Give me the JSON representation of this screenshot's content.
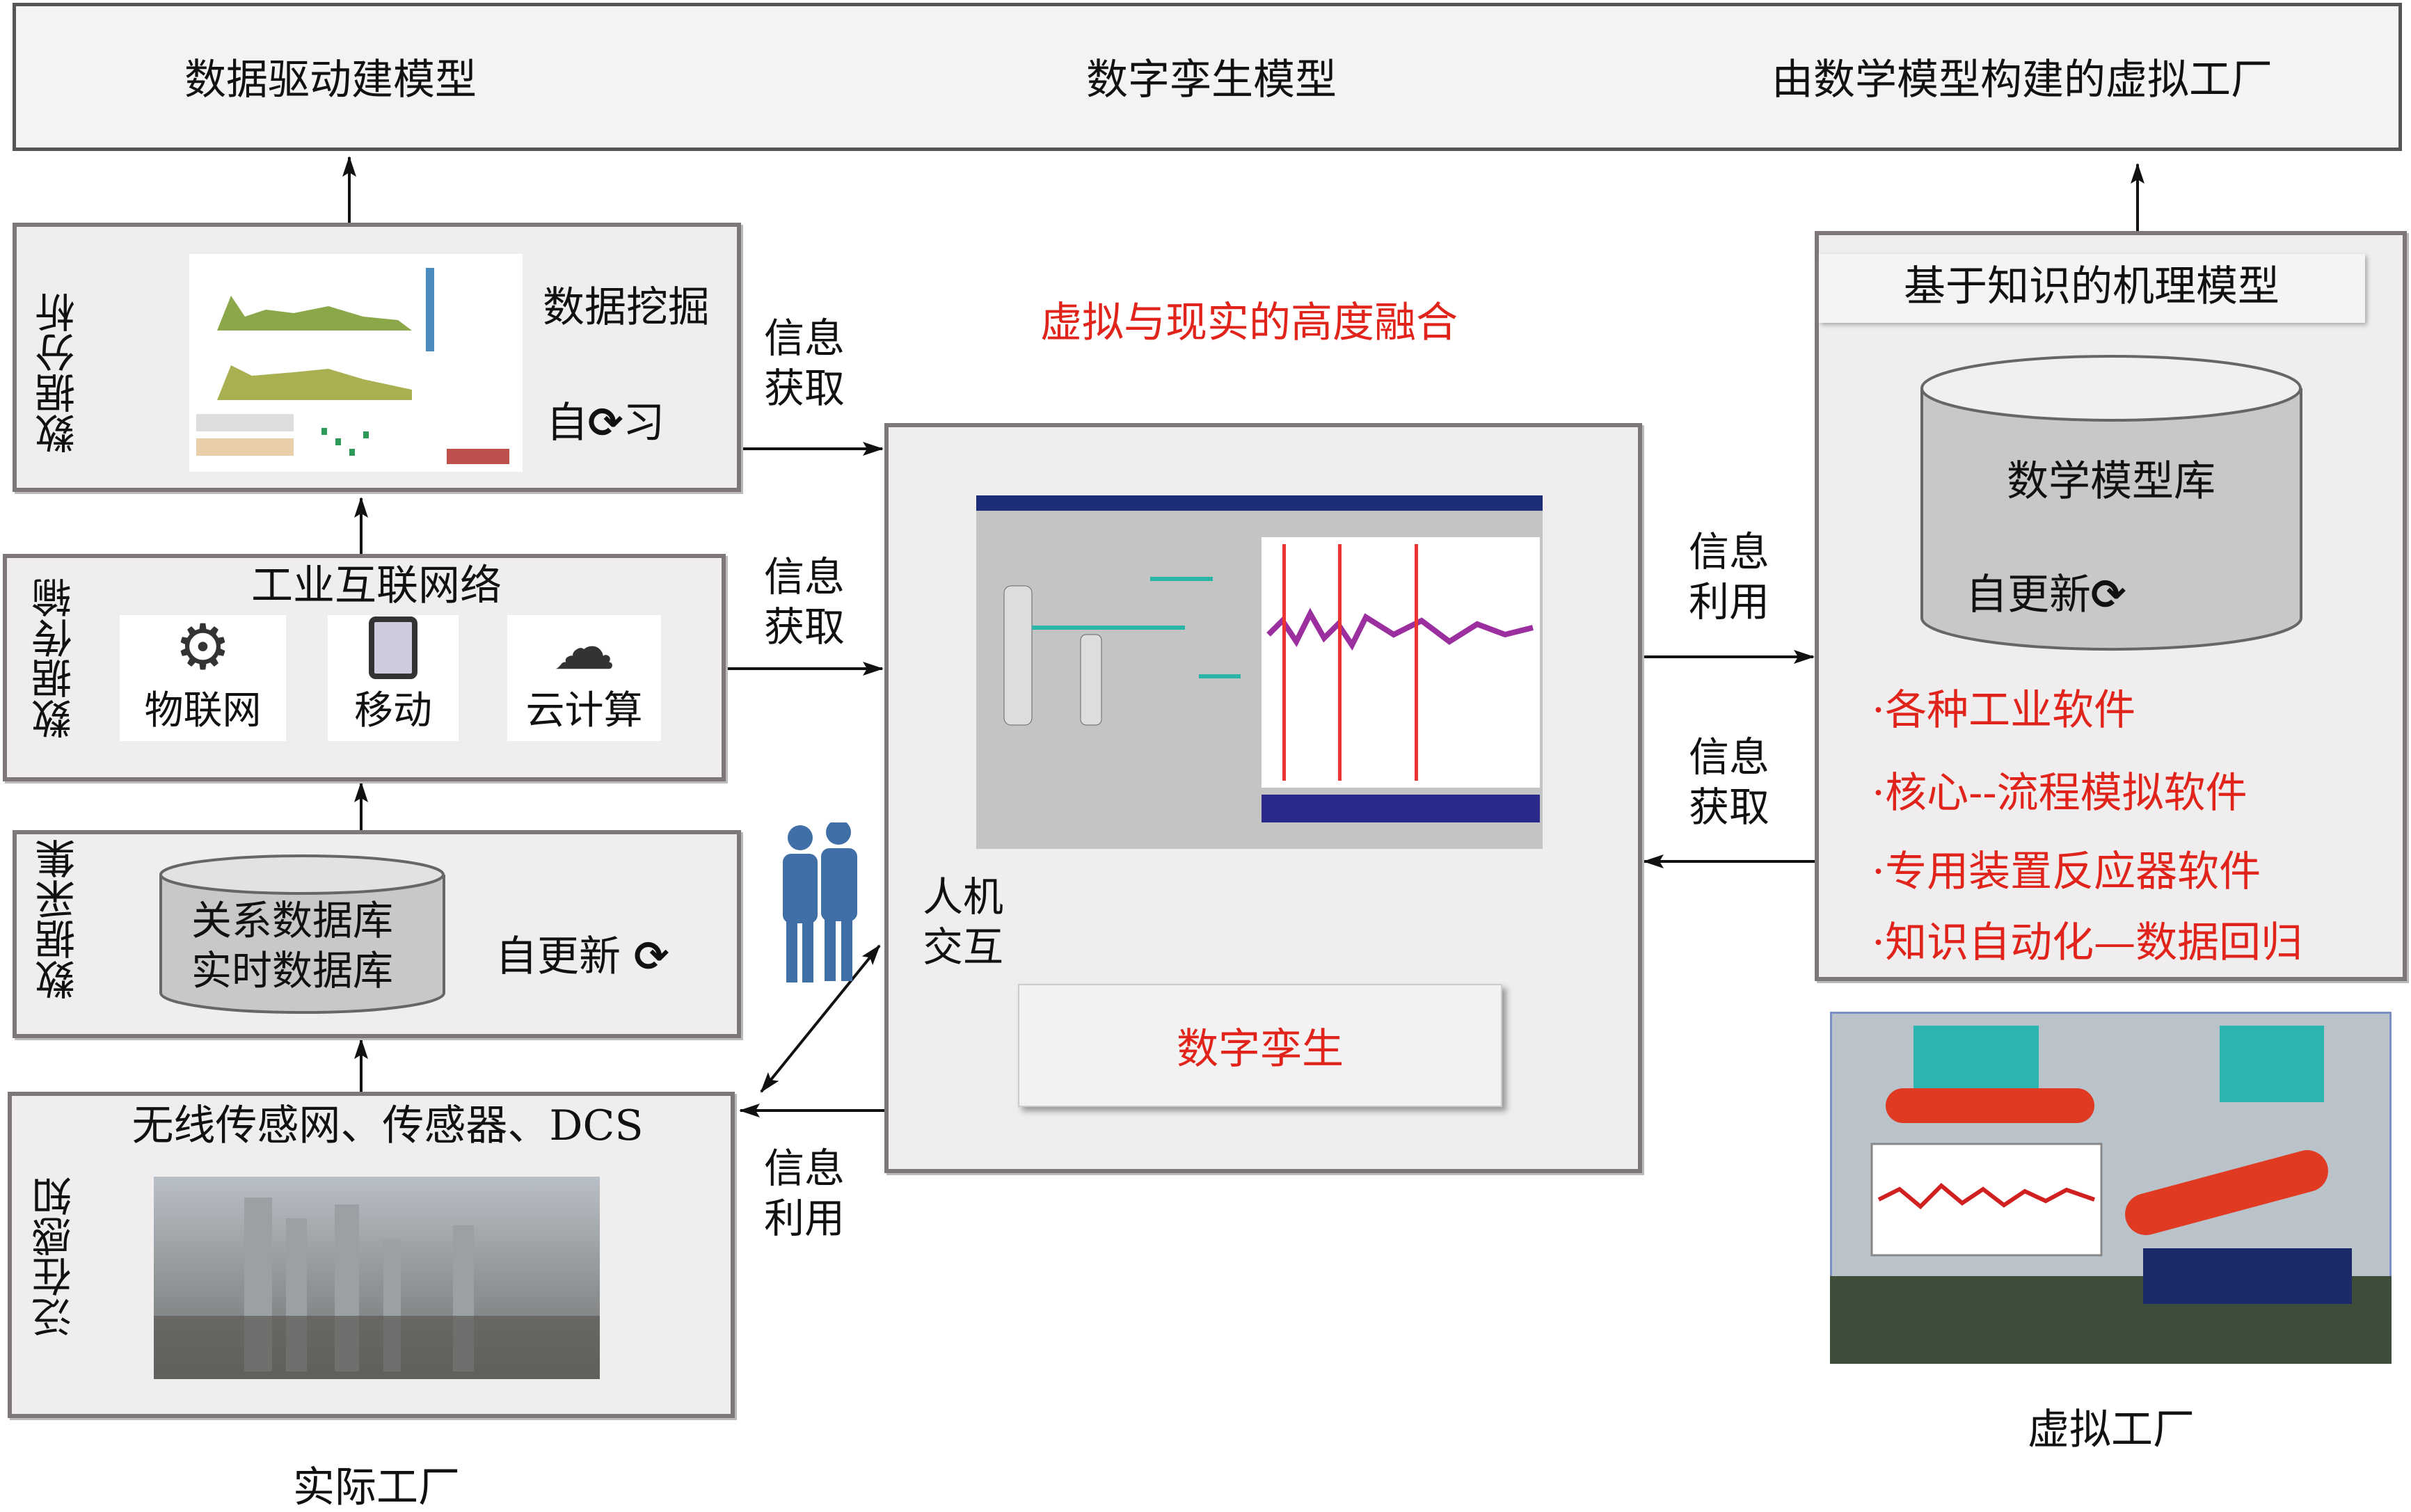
{
  "top": {
    "left": "数据驱动建模型",
    "middle": "数字孪生模型",
    "right": "由数学模型构建的虚拟工厂"
  },
  "analysis": {
    "title": "数据分析",
    "mining": "数据挖掘",
    "self_learn_a": "自",
    "self_learn_b": "习"
  },
  "transfer": {
    "title": "数据传输",
    "network": "工业互联网络",
    "iot": "物联网",
    "mobile": "移动",
    "cloud": "云计算"
  },
  "collect": {
    "title": "数据采集",
    "db1": "关系数据库",
    "db2": "实时数据库",
    "update": "自更新"
  },
  "sense": {
    "title": "泛在感知",
    "header": "无线传感网、传感器、DCS"
  },
  "real_factory": "实际工厂",
  "center": {
    "fusion": "虚拟与现实的高度融合",
    "hmi_a": "人机",
    "hmi_b": "交互",
    "twin": "数字孪生"
  },
  "labels": {
    "info_get_a": "信息",
    "info_get_b": "获取",
    "info_use_a": "信息",
    "info_use_b": "利用"
  },
  "knowledge": {
    "title": "基于知识的机理模型",
    "library": "数学模型库",
    "update": "自更新",
    "items": [
      "·各种工业软件",
      "·核心--流程模拟软件",
      "·专用装置反应器软件",
      "·知识自动化—数据回归"
    ]
  },
  "virtual_factory": "虚拟工厂",
  "colors": {
    "accent_red": "#e0241b",
    "box_border": "#7d7877",
    "box_fill": "#efeded"
  }
}
